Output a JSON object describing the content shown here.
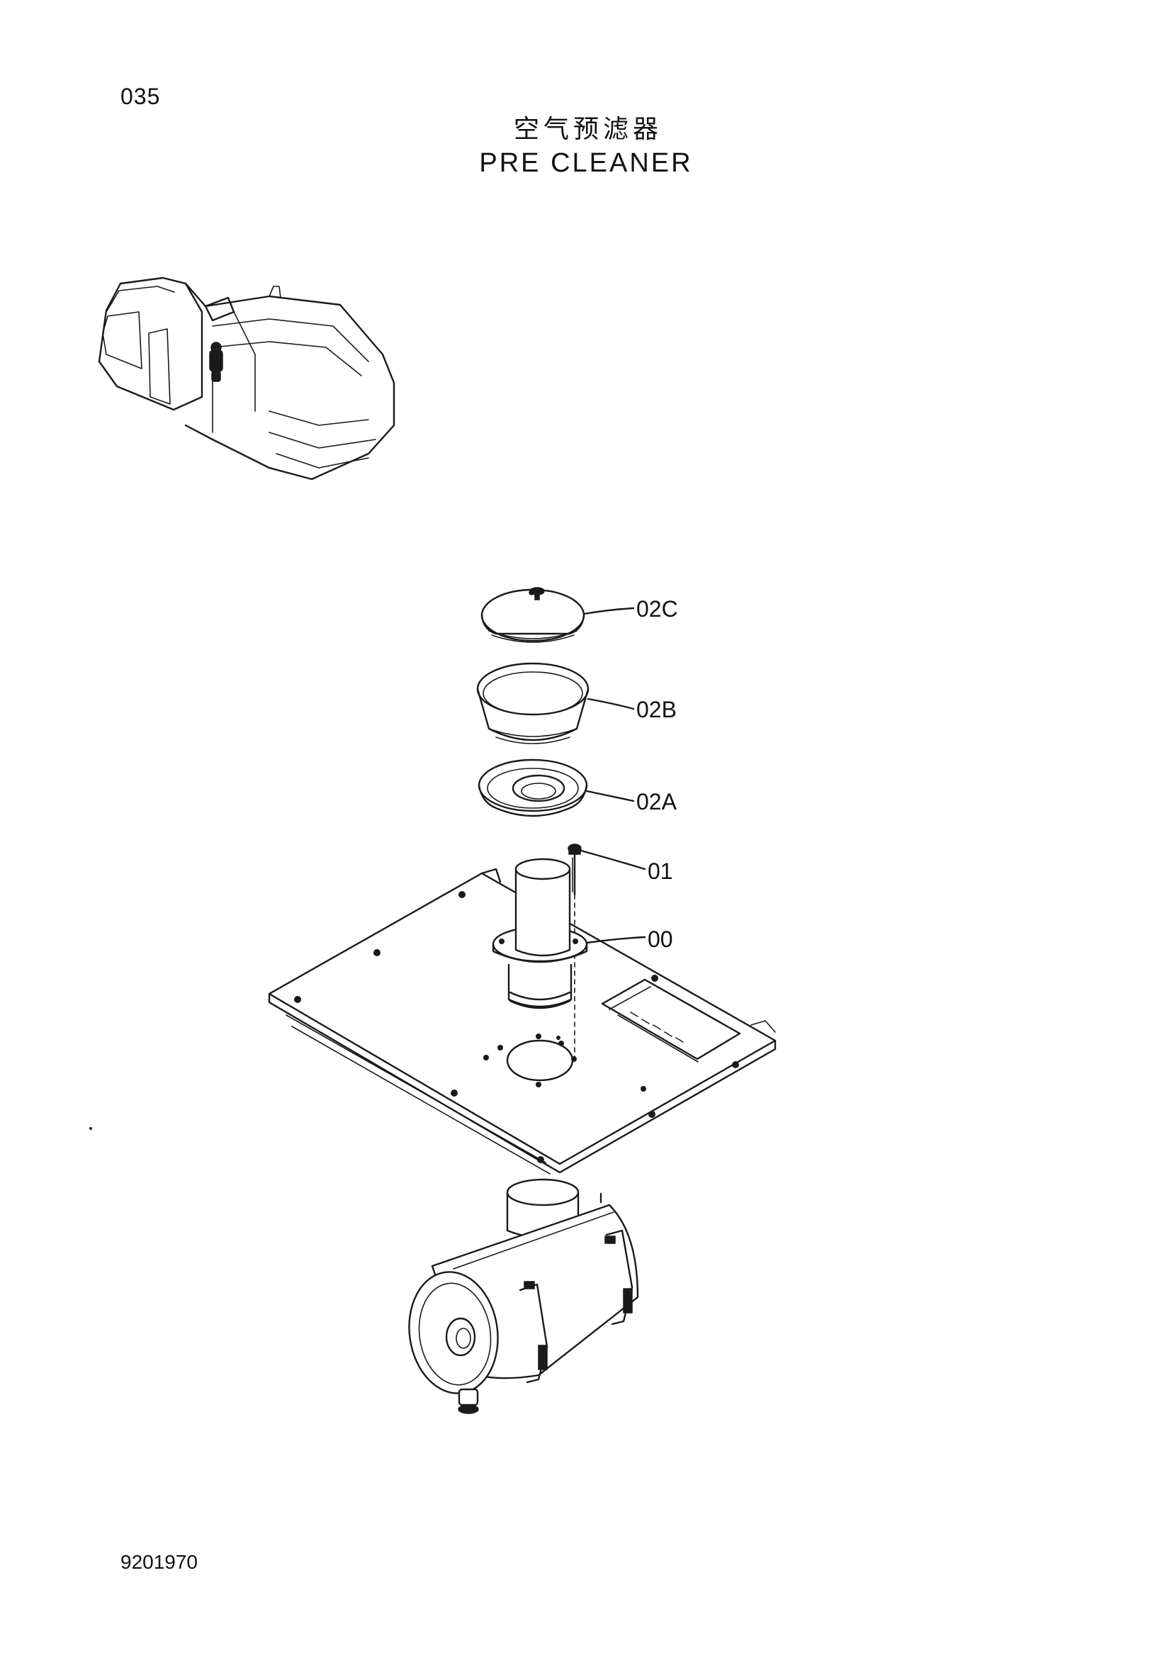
{
  "header": {
    "page_number": "035",
    "title_cn": "空气预滤器",
    "title_en": "PRE CLEANER"
  },
  "footer": {
    "doc_code": "9201970"
  },
  "callouts": [
    {
      "id": "02C",
      "label": "02C"
    },
    {
      "id": "02B",
      "label": "02B"
    },
    {
      "id": "02A",
      "label": "02A"
    },
    {
      "id": "01",
      "label": "01"
    },
    {
      "id": "00",
      "label": "00"
    }
  ],
  "icons": {
    "machine": "excavator-locator-icon",
    "parts": [
      "pre-cleaner-cover",
      "pre-cleaner-bowl",
      "pre-cleaner-base",
      "bolt",
      "intake-pipe",
      "mounting-plate",
      "air-cleaner-housing"
    ]
  }
}
